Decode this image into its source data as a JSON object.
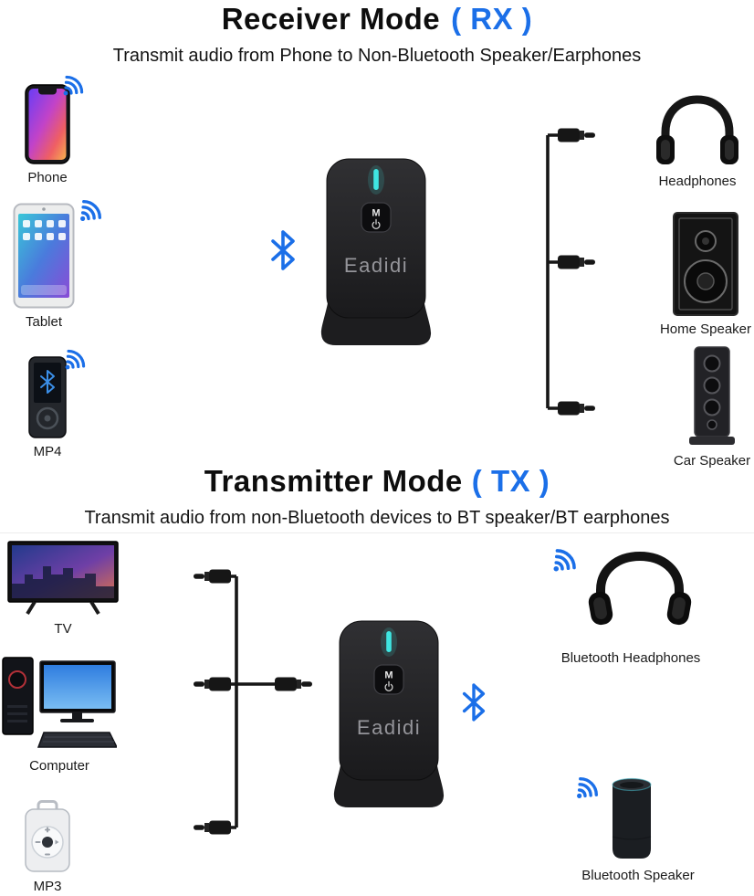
{
  "colors": {
    "accent_blue": "#1b6fe8",
    "led_cyan": "#3fe6e2",
    "cable_black": "#161616",
    "device_body": "#232325"
  },
  "receiver": {
    "title": "Receiver Mode",
    "mode_tag": "( RX )",
    "subtitle": "Transmit audio from Phone to Non-Bluetooth Speaker/Earphones",
    "device_brand": "Eadidi",
    "device_button": "M",
    "sources": [
      {
        "label": "Phone",
        "icon": "phone-icon"
      },
      {
        "label": "Tablet",
        "icon": "tablet-icon"
      },
      {
        "label": "MP4",
        "icon": "mp4-player-icon"
      }
    ],
    "outputs": [
      {
        "label": "Headphones",
        "icon": "headphones-icon"
      },
      {
        "label": "Home Speaker",
        "icon": "home-speaker-icon"
      },
      {
        "label": "Car Speaker",
        "icon": "car-speaker-icon"
      }
    ]
  },
  "transmitter": {
    "title": "Transmitter Mode",
    "mode_tag": "( TX )",
    "subtitle": "Transmit audio from non-Bluetooth devices to BT speaker/BT earphones",
    "device_brand": "Eadidi",
    "device_button": "M",
    "sources": [
      {
        "label": "TV",
        "icon": "tv-icon"
      },
      {
        "label": "Computer",
        "icon": "computer-icon"
      },
      {
        "label": "MP3",
        "icon": "mp3-player-icon"
      }
    ],
    "outputs": [
      {
        "label": "Bluetooth Headphones",
        "icon": "bluetooth-headphones-icon"
      },
      {
        "label": "Bluetooth Speaker",
        "icon": "bluetooth-speaker-icon"
      }
    ]
  }
}
